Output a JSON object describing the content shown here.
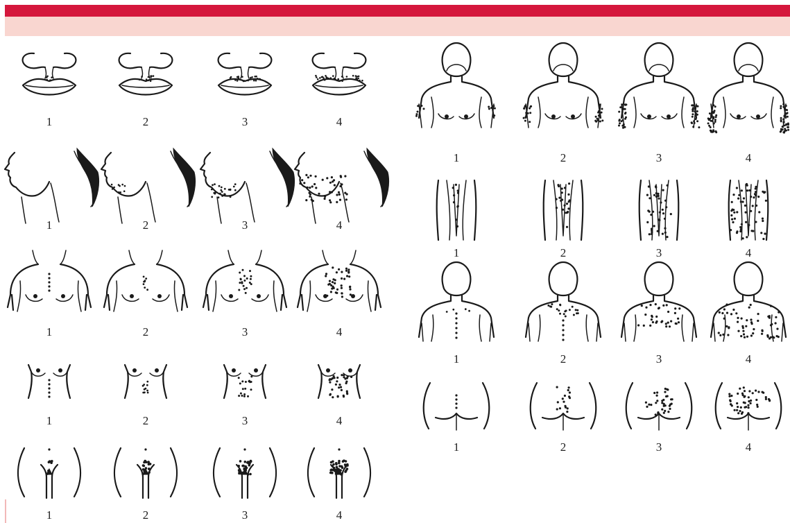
{
  "header": {
    "bar_color": "#d5173c",
    "band_color": "#f9d6d0"
  },
  "panels": [
    {
      "id": "upper-lip",
      "labels": [
        "1",
        "2",
        "3",
        "4"
      ]
    },
    {
      "id": "chin",
      "labels": [
        "1",
        "2",
        "3",
        "4"
      ]
    },
    {
      "id": "chest",
      "labels": [
        "1",
        "2",
        "3",
        "4"
      ]
    },
    {
      "id": "upper-abdomen",
      "labels": [
        "1",
        "2",
        "3",
        "4"
      ]
    },
    {
      "id": "lower-abdomen",
      "labels": [
        "1",
        "2",
        "3",
        "4"
      ]
    },
    {
      "id": "upper-arms",
      "labels": [
        "1",
        "2",
        "3",
        "4"
      ]
    },
    {
      "id": "thighs",
      "labels": [
        "1",
        "2",
        "3",
        "4"
      ]
    },
    {
      "id": "upper-back",
      "labels": [
        "1",
        "2",
        "3",
        "4"
      ]
    },
    {
      "id": "lower-back",
      "labels": [
        "1",
        "2",
        "3",
        "4"
      ]
    }
  ]
}
